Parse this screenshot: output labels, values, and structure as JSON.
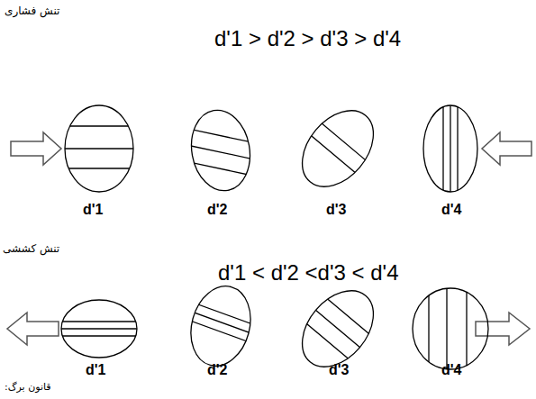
{
  "diagram": {
    "labels": [
      "تنش فشاری",
      "d'1 > d'2 > d'3 > d'4",
      "d'1",
      "d'2",
      "d'3",
      "d'4",
      "تنش کششی",
      "d'1 < d'2 <d'3 < d'4",
      "d'1",
      "d'2",
      "d'3",
      "d'4",
      "قانون برگ:"
    ]
  }
}
